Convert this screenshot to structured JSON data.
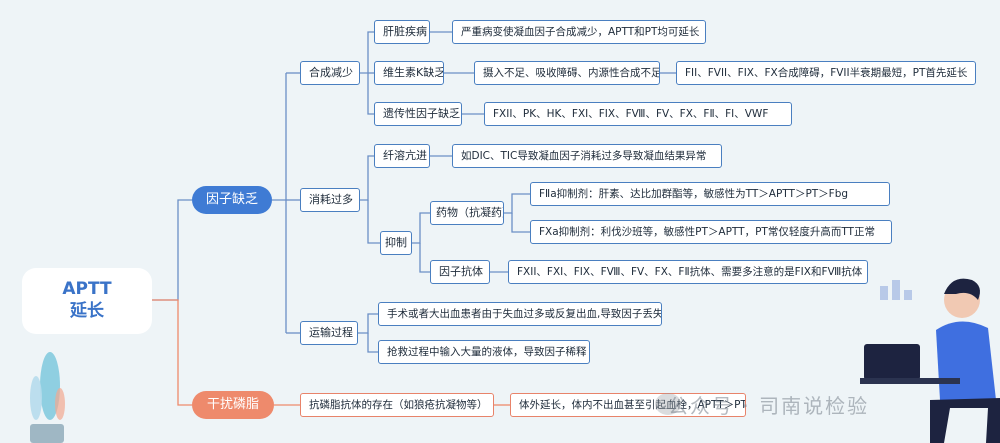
{
  "root": {
    "line1": "APTT",
    "line2": "延长"
  },
  "branches": {
    "factor_deficiency": "因子缺乏",
    "phospholipid": "干扰磷脂"
  },
  "groups": {
    "reduced_synthesis": "合成减少",
    "excess_consumption": "消耗过多",
    "transport": "运输过程"
  },
  "nodes": {
    "liver": "肝脏疾病",
    "liver_detail": "严重病变使凝血因子合成减少，APTT和PT均可延长",
    "vitk": "维生素K缺乏",
    "vitk_detail": "摄入不足、吸收障碍、内源性合成不足",
    "vitk_detail2": "FII、FVII、FIX、FX合成障碍，FVII半衰期最短，PT首先延长",
    "hereditary": "遗传性因子缺乏",
    "hereditary_detail": "FXII、PK、HK、FXI、FIX、FⅧ、FⅤ、FX、FⅡ、FⅠ、VWF",
    "fibrinolysis": "纤溶亢进",
    "fibrinolysis_detail": "如DIC、TIC导致凝血因子消耗过多导致凝血结果异常",
    "inhibition": "抑制",
    "drug": "药物（抗凝药）",
    "drug_f2a": "FⅡa抑制剂：肝素、达比加群酯等，敏感性为TT＞APTT＞PT＞Fbg",
    "drug_fxa": "FXa抑制剂：利伐沙班等，敏感性PT＞APTT，PT常仅轻度升高而TT正常",
    "factor_antibody": "因子抗体",
    "factor_antibody_detail": "FXII、FXI、FIX、FⅧ、FⅤ、FX、FⅡ抗体、需要多注意的是FIX和FⅧ抗体",
    "transport_1": "手术或者大出血患者由于失血过多或反复出血,导致因子丢失",
    "transport_2": "抢救过程中输入大量的液体，导致因子稀释",
    "antiphospholipid": "抗磷脂抗体的存在（如狼疮抗凝物等）",
    "antiphospholipid_detail": "体外延长，体内不出血甚至引起血栓，APTT＞PT"
  },
  "watermark": "公众号 · 司南说检验",
  "colors": {
    "blue": "#3f7bd4",
    "orange": "#ee8a6c",
    "line_blue": "#6b8fc6",
    "line_orange": "#ee8a6c"
  }
}
